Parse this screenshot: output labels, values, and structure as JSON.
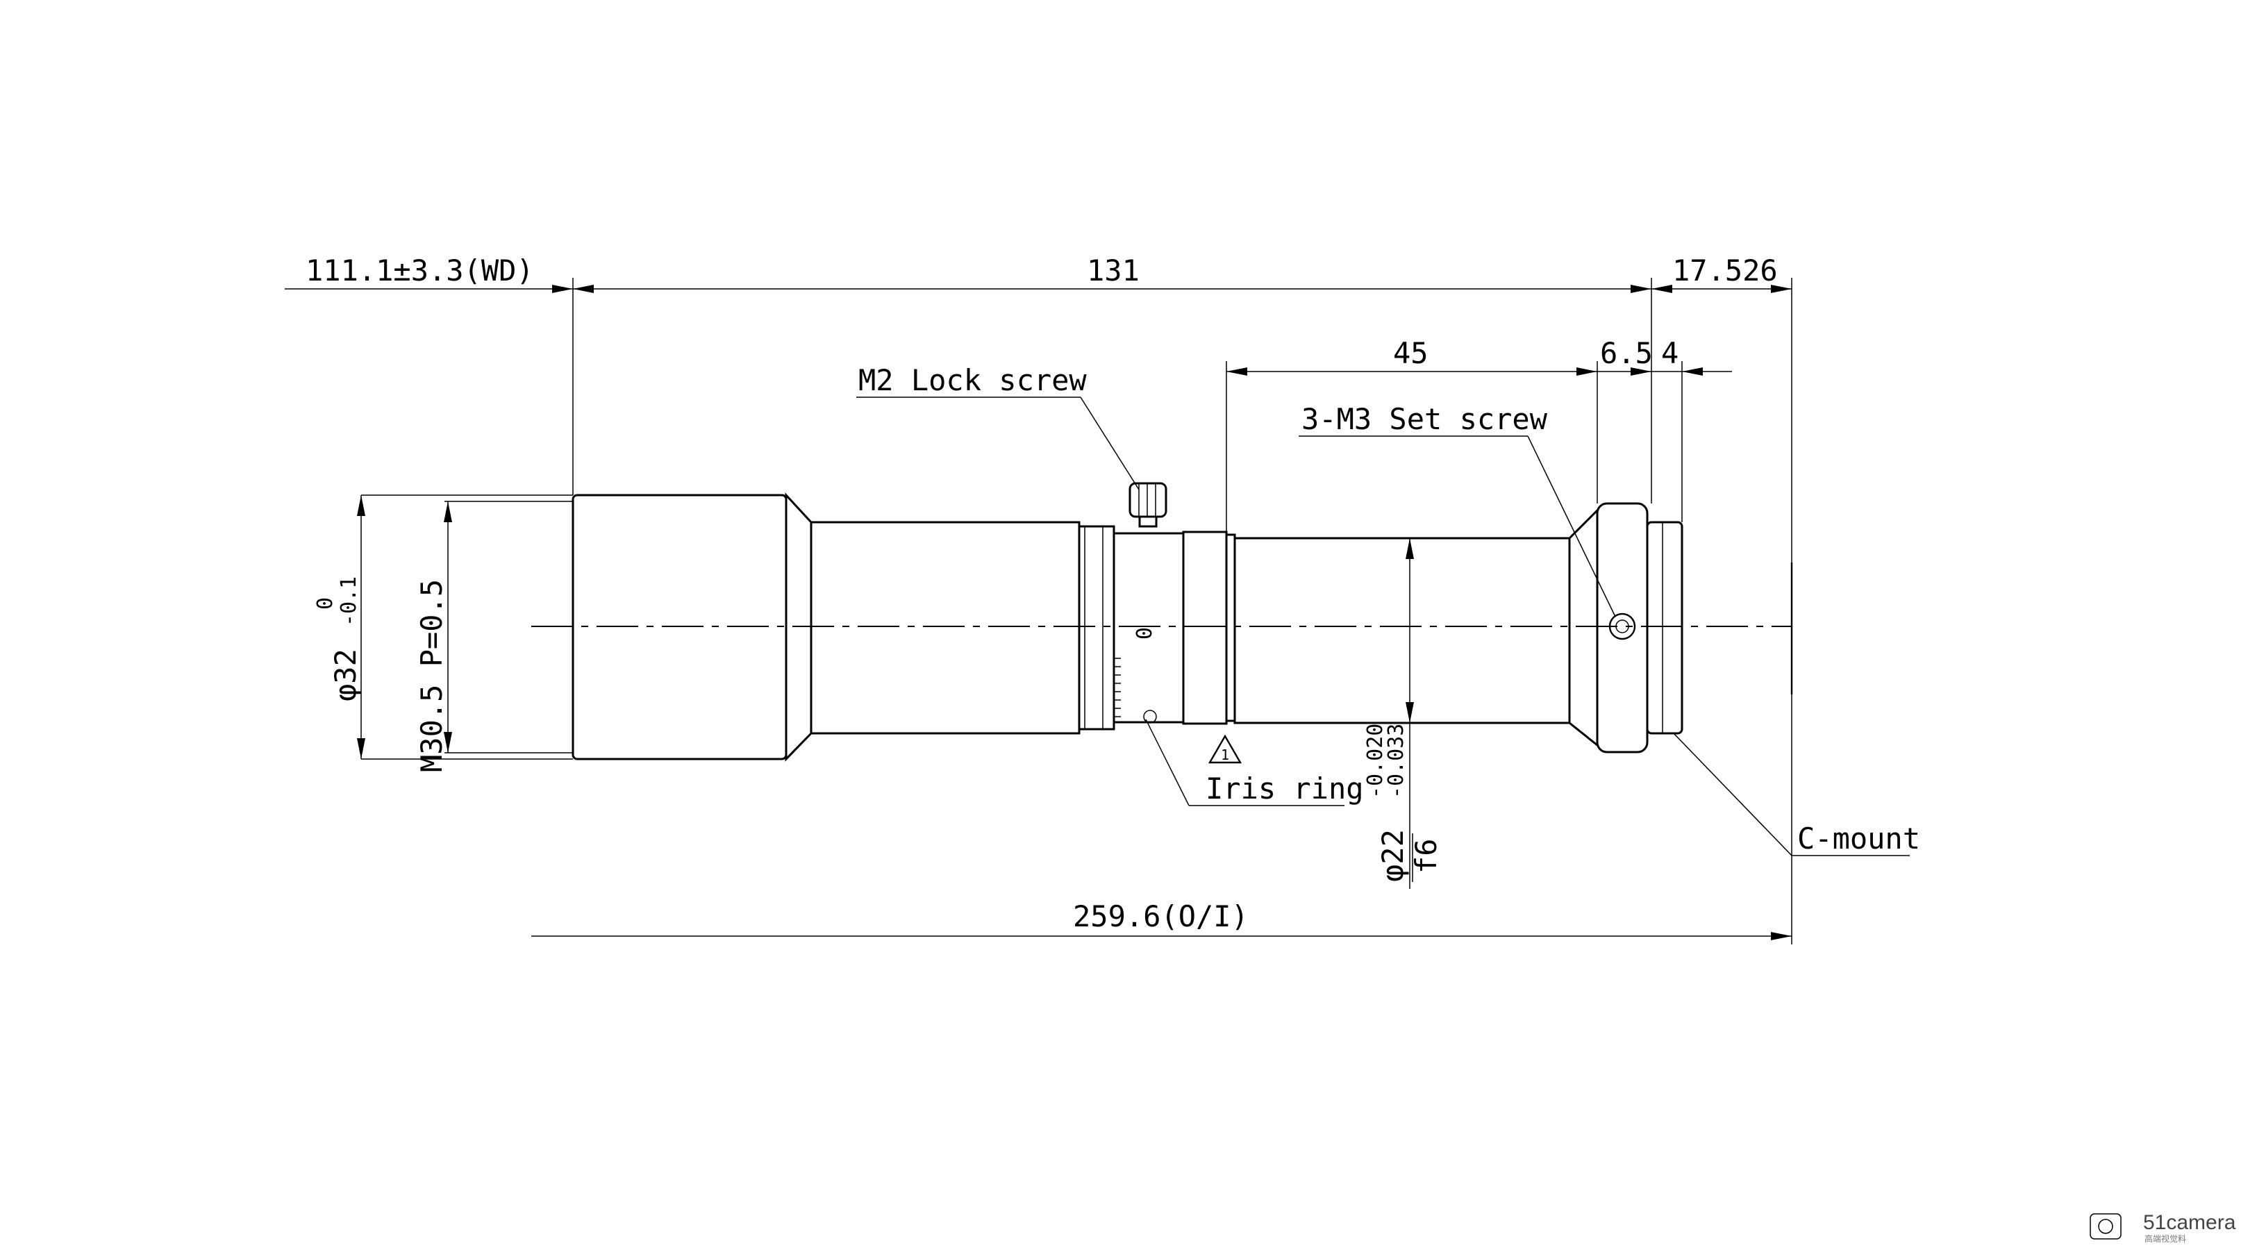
{
  "dimensions": {
    "wd": "111.1±3.3(WD)",
    "length_131": "131",
    "flange_back": "17.526",
    "d45": "45",
    "d65": "6.5",
    "d4": "4",
    "overall": "259.6(O/I)",
    "m30": "M30.5 P=0.5",
    "phi32": "φ32",
    "phi32_tol_upper": "0",
    "phi32_tol_lower": "-0.1",
    "phi22": "φ22",
    "phi22_tol_upper": "-0.020",
    "phi22_tol_lower": "-0.033",
    "phi22_fit": "f6"
  },
  "labels": {
    "lock_screw": "M2 Lock screw",
    "set_screw": "3-M3 Set screw",
    "iris_ring": "Iris ring",
    "c_mount": "C-mount",
    "note_number": "1",
    "iris_mark": "0"
  },
  "watermark": {
    "text": "51camera",
    "sub": "高端视觉料"
  }
}
